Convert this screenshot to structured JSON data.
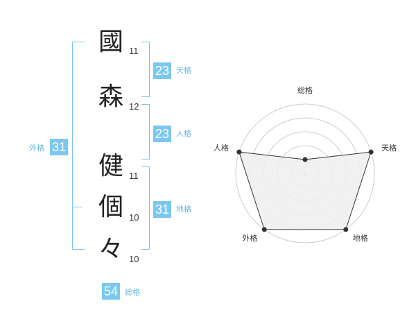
{
  "characters": [
    {
      "char": "國",
      "strokes": "11"
    },
    {
      "char": "森",
      "strokes": "12"
    },
    {
      "char": "健",
      "strokes": "11"
    },
    {
      "char": "個",
      "strokes": "10"
    },
    {
      "char": "々",
      "strokes": "10"
    }
  ],
  "fortune": {
    "tenkaku": {
      "value": "23",
      "label": "天格"
    },
    "jinkaku": {
      "value": "23",
      "label": "人格"
    },
    "chikaku": {
      "value": "31",
      "label": "地格"
    },
    "gaikaku": {
      "value": "31",
      "label": "外格"
    },
    "soukaku": {
      "value": "54",
      "label": "総格"
    }
  },
  "radar": {
    "axes": [
      "総格",
      "天格",
      "地格",
      "外格",
      "人格"
    ],
    "levels": 5,
    "values": [
      1,
      5,
      5,
      5,
      5
    ],
    "max": 5,
    "colors": {
      "fill": "#eeeeee",
      "stroke": "#333333",
      "grid": "#cccccc",
      "point": "#333333"
    }
  }
}
